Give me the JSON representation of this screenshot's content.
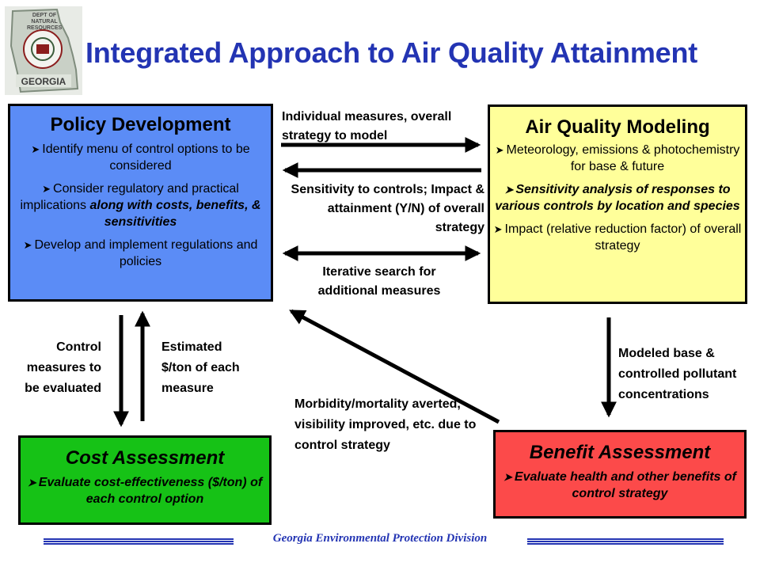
{
  "title": "Integrated Approach to Air Quality Attainment",
  "logo": {
    "icon": "georgia-state-seal-logo",
    "top_text": "DEPT OF NATURAL RESOURCES",
    "bottom_text": "GEORGIA"
  },
  "policy_box": {
    "heading": "Policy Development",
    "items": [
      "Identify menu of control options to be considered",
      "Consider regulatory and practical implications ",
      "Develop and implement regulations and policies"
    ],
    "item2_emphasis": "along with costs, benefits, & sensitivities"
  },
  "air_box": {
    "heading": "Air Quality Modeling",
    "items": [
      "Meteorology, emissions & photochemistry for base & future",
      "Sensitivity analysis of responses to various controls by location and species",
      "Impact (relative reduction factor) of overall strategy"
    ]
  },
  "cost_box": {
    "heading": "Cost Assessment",
    "item": "Evaluate cost-effectiveness ($/ton) of each control option"
  },
  "benefit_box": {
    "heading": "Benefit Assessment",
    "item": "Evaluate health and other benefits of control strategy"
  },
  "arrows": {
    "to_model": "Individual measures, overall strategy to model",
    "to_policy": "Sensitivity to controls; Impact & attainment (Y/N) of overall strategy",
    "iterative": "Iterative search for additional measures",
    "down_to_cost": "Control measures to be evaluated",
    "up_to_policy": "Estimated $/ton of each measure",
    "down_to_benefit": "Modeled base & controlled pollutant concentrations",
    "benefit_to_policy": "Morbidity/mortality averted, visibility improved, etc. due to control strategy"
  },
  "footer": "Georgia Environmental Protection Division",
  "colors": {
    "title": "#2334b3",
    "policy_fill": "#5b8cf6",
    "air_fill": "#ffff9a",
    "cost_fill": "#16c216",
    "benefit_fill": "#fc4a4a",
    "footer": "#2334b3"
  }
}
